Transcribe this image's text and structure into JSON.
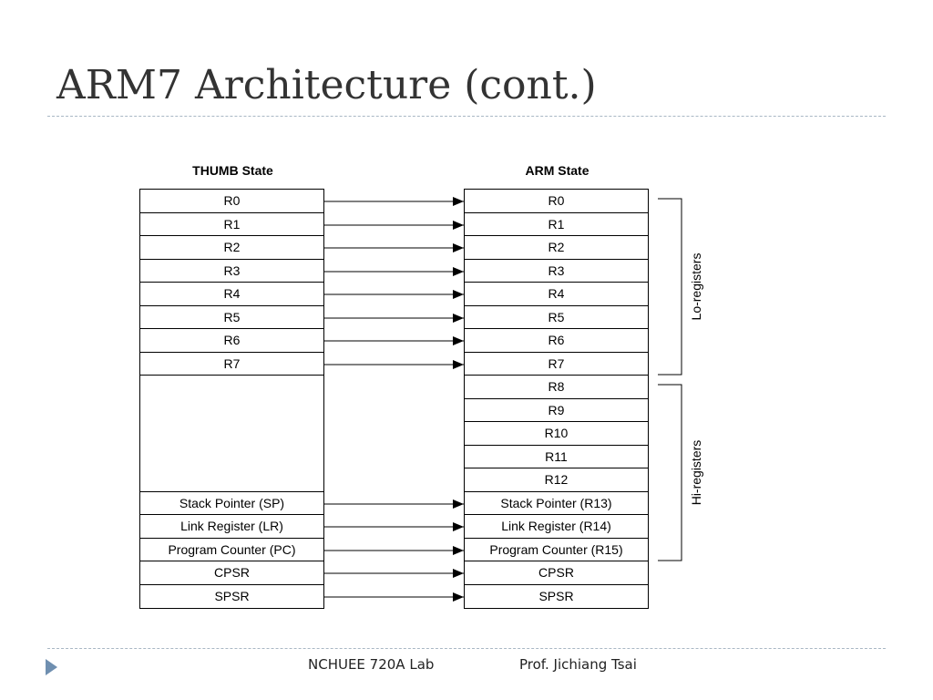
{
  "slide": {
    "title": "ARM7 Architecture (cont.)",
    "footer_left": "NCHUEE 720A Lab",
    "footer_right": "Prof. Jichiang Tsai"
  },
  "diagram": {
    "thumb_header": "THUMB State",
    "arm_header": "ARM State",
    "thumb_registers": [
      "R0",
      "R1",
      "R2",
      "R3",
      "R4",
      "R5",
      "R6",
      "R7",
      "",
      "Stack Pointer (SP)",
      "Link Register (LR)",
      "Program Counter (PC)",
      "CPSR",
      "SPSR"
    ],
    "arm_registers": [
      "R0",
      "R1",
      "R2",
      "R3",
      "R4",
      "R5",
      "R6",
      "R7",
      "R8",
      "R9",
      "R10",
      "R11",
      "R12",
      "Stack Pointer (R13)",
      "Link Register (R14)",
      "Program Counter (R15)",
      "CPSR",
      "SPSR"
    ],
    "mappings": [
      {
        "thumb": "R0",
        "arm": "R0"
      },
      {
        "thumb": "R1",
        "arm": "R1"
      },
      {
        "thumb": "R2",
        "arm": "R2"
      },
      {
        "thumb": "R3",
        "arm": "R3"
      },
      {
        "thumb": "R4",
        "arm": "R4"
      },
      {
        "thumb": "R5",
        "arm": "R5"
      },
      {
        "thumb": "R6",
        "arm": "R6"
      },
      {
        "thumb": "R7",
        "arm": "R7"
      },
      {
        "thumb": "Stack Pointer (SP)",
        "arm": "Stack Pointer (R13)"
      },
      {
        "thumb": "Link Register (LR)",
        "arm": "Link Register (R14)"
      },
      {
        "thumb": "Program Counter (PC)",
        "arm": "Program Counter (R15)"
      },
      {
        "thumb": "CPSR",
        "arm": "CPSR"
      },
      {
        "thumb": "SPSR",
        "arm": "SPSR"
      }
    ],
    "groups": [
      {
        "label": "Lo-registers",
        "from": "R0",
        "to": "R7"
      },
      {
        "label": "Hi-registers",
        "from": "R8",
        "to": "Program Counter (R15)"
      }
    ]
  },
  "colors": {
    "title": "#333333",
    "rule": "#a9b7c4",
    "nav_arrow": "#6f8fb0",
    "lines": "#000000"
  },
  "icons": {
    "next_slide": "triangle-right-icon"
  }
}
